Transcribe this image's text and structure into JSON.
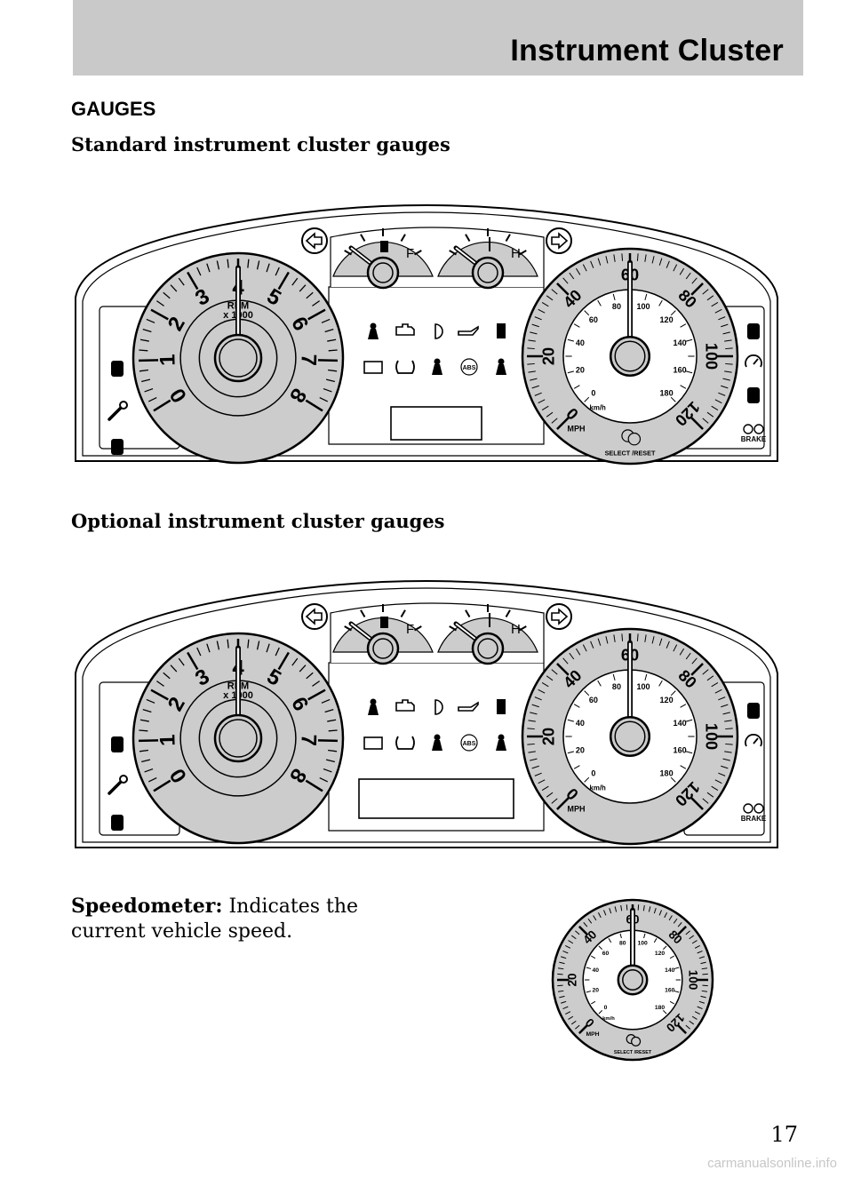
{
  "header": {
    "title": "Instrument Cluster"
  },
  "section_title": "GAUGES",
  "figure_standard": {
    "caption": "Standard instrument cluster gauges"
  },
  "figure_optional": {
    "caption": "Optional instrument cluster gauges"
  },
  "gauge_labels": {
    "tach_numbers": [
      "0",
      "1",
      "2",
      "3",
      "4",
      "5",
      "6",
      "7",
      "8"
    ],
    "tach_unit": "RPM",
    "tach_multiplier": "x 1000",
    "mph_numbers": [
      "0",
      "20",
      "40",
      "60",
      "80",
      "100",
      "120"
    ],
    "kmh_numbers": [
      "0",
      "20",
      "40",
      "60",
      "80",
      "100",
      "120",
      "140",
      "160",
      "180"
    ],
    "kmh_unit": "km/h",
    "mph_unit": "MPH",
    "select_reset": "SELECT /RESET",
    "fuel_full": "F",
    "temp_hot": "H",
    "brake_label": "BRAKE",
    "abs_label": "ABS"
  },
  "speedometer": {
    "term": "Speedometer:",
    "description": "Indicates the current vehicle speed."
  },
  "page_number": "17",
  "watermark": "carmanualsonline.info",
  "colors": {
    "header_bg": "#c9c9c9",
    "gauge_face": "#cccccc",
    "outline": "#000000"
  }
}
